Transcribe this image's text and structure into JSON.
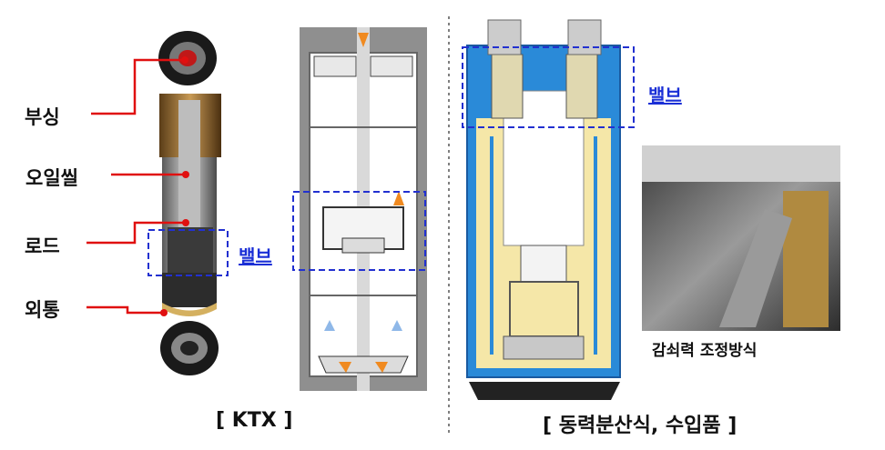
{
  "labels": {
    "bushing": "부싱",
    "oil_seal": "오일씰",
    "rod": "로드",
    "outer_tube": "외통",
    "valve_left": "밸브",
    "valve_right": "밸브",
    "damping_adjust": "감쇠력 조정방식"
  },
  "captions": {
    "left": "[ KTX ]",
    "right": "[ 동력분산식, 수입품 ]"
  },
  "colors": {
    "leader_line": "#e01010",
    "valve_box": "#2230d0",
    "valve_text": "#1a2fd6",
    "cylinder_blue": "#2a8ad8",
    "oil_yellow": "#f5e7a8"
  }
}
